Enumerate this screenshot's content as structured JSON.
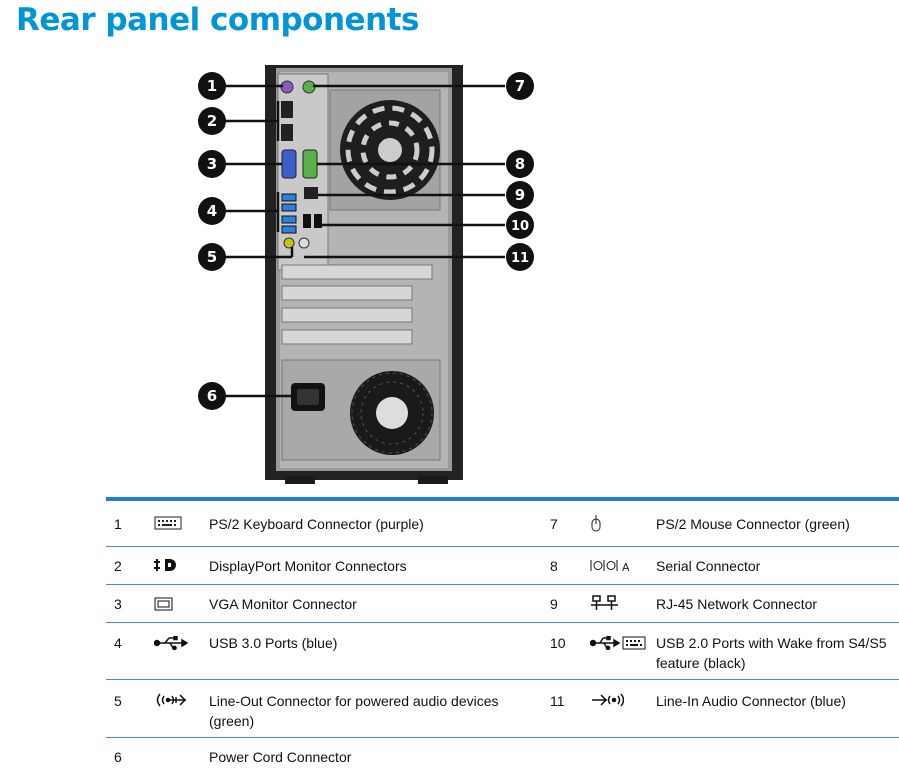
{
  "page": {
    "title": "Rear panel components"
  },
  "figure": {
    "callouts": [
      "1",
      "2",
      "3",
      "4",
      "5",
      "6",
      "7",
      "8",
      "9",
      "10",
      "11"
    ]
  },
  "table": {
    "rows": [
      {
        "left": {
          "num": "1",
          "icon": "keyboard-icon",
          "label": "PS/2 Keyboard Connector (purple)"
        },
        "right": {
          "num": "7",
          "icon": "mouse-icon",
          "label": "PS/2 Mouse Connector (green)"
        }
      },
      {
        "left": {
          "num": "2",
          "icon": "displayport-icon",
          "label": "DisplayPort Monitor Connectors"
        },
        "right": {
          "num": "8",
          "icon": "serial-icon",
          "label": "Serial Connector",
          "icon_text": "A"
        }
      },
      {
        "left": {
          "num": "3",
          "icon": "vga-icon",
          "label": "VGA Monitor Connector"
        },
        "right": {
          "num": "9",
          "icon": "network-icon",
          "label": "RJ-45 Network Connector"
        }
      },
      {
        "left": {
          "num": "4",
          "icon": "usb-icon",
          "label": "USB 3.0 Ports (blue)"
        },
        "right": {
          "num": "10",
          "icon": "usb-keyboard-icon",
          "label": "USB 2.0 Ports with Wake from S4/S5 feature (black)"
        }
      },
      {
        "left": {
          "num": "5",
          "icon": "line-out-icon",
          "label": "Line-Out Connector for powered audio devices (green)"
        },
        "right": {
          "num": "11",
          "icon": "line-in-icon",
          "label": "Line-In Audio Connector (blue)"
        }
      },
      {
        "left": {
          "num": "6",
          "icon": "",
          "label": "Power Cord Connector"
        },
        "right": {
          "num": "",
          "icon": "",
          "label": ""
        }
      }
    ]
  },
  "colors": {
    "title": "#0096d6",
    "table_rule": "#1b80d6",
    "ps2_keyboard": "#8a5bbf",
    "ps2_mouse": "#58b14a",
    "usb3": "#2f7ed8",
    "line_out": "#c9c217",
    "serial": "#59b14a"
  }
}
